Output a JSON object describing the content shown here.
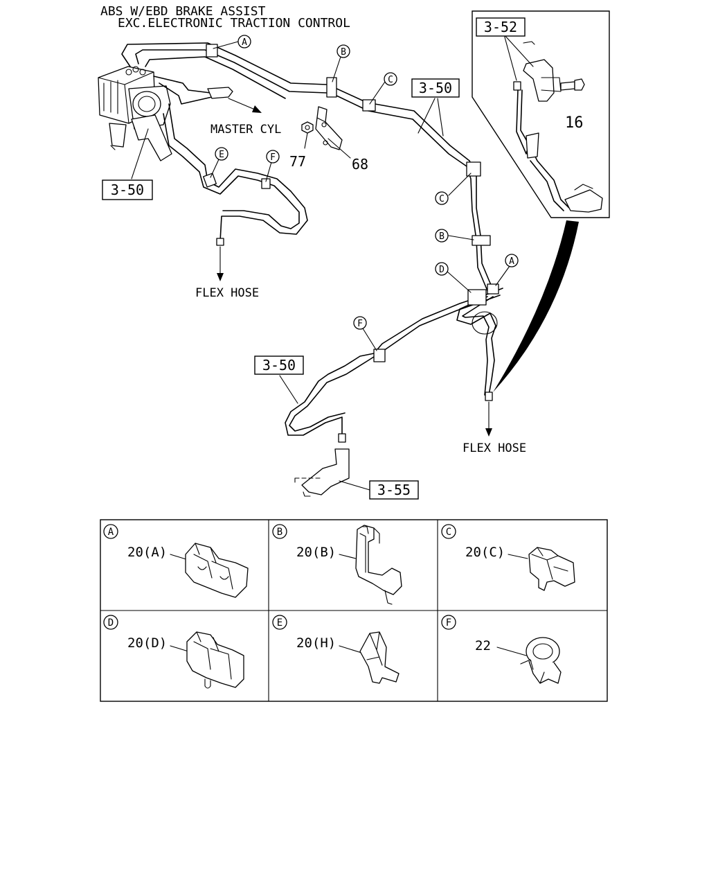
{
  "header": {
    "line1": "ABS W/EBD BRAKE ASSIST",
    "line2": "EXC.ELECTRONIC TRACTION CONTROL"
  },
  "refs": {
    "r350_top": "3-50",
    "r350_left": "3-50",
    "r350_mid": "3-50",
    "r352": "3-52",
    "r355": "3-55"
  },
  "labels": {
    "master_cyl": "MASTER CYL",
    "flex_hose_left": "FLEX HOSE",
    "flex_hose_right": "FLEX HOSE",
    "part_16": "16",
    "part_77": "77",
    "part_68": "68"
  },
  "callouts": {
    "A1": "A",
    "A2": "A",
    "B1": "B",
    "B2": "B",
    "C1": "C",
    "C2": "C",
    "D1": "D",
    "E1": "E",
    "F1": "F",
    "F2": "F"
  },
  "grid": [
    {
      "letter": "A",
      "part": "20(A)"
    },
    {
      "letter": "B",
      "part": "20(B)"
    },
    {
      "letter": "C",
      "part": "20(C)"
    },
    {
      "letter": "D",
      "part": "20(D)"
    },
    {
      "letter": "E",
      "part": "20(H)"
    },
    {
      "letter": "F",
      "part": "22"
    }
  ]
}
